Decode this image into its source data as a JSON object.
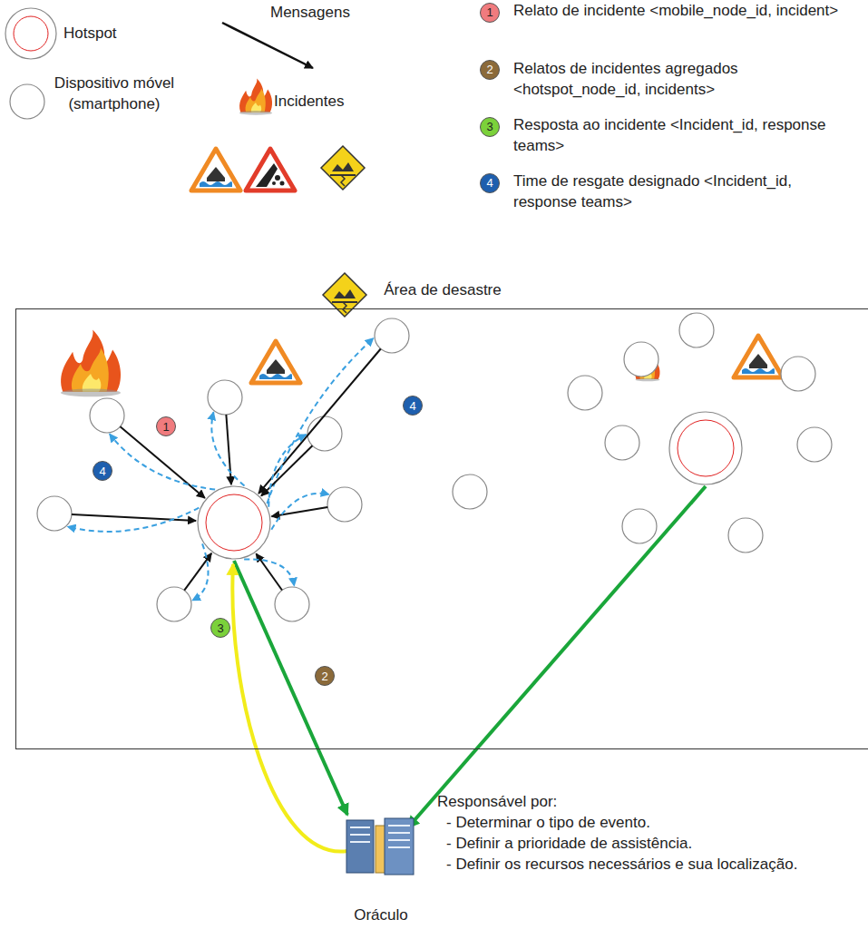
{
  "diagram": {
    "title": "Área de desastre",
    "nodes": [
      {
        "text": [
          "Área de desastre"
        ]
      },
      {
        "text": [
          "Responsável por:",
          "- Determinar o tipo de evento.",
          "- Definir a prioridade de assistência.",
          "- Definir os recursos necessários e sua localização.",
          "Oráculo"
        ]
      }
    ],
    "labels": [
      "1",
      "2",
      "3",
      "4",
      "1",
      "4",
      "4",
      "3",
      "2"
    ],
    "legend": [
      {
        "text": "Hotspot"
      },
      {
        "text": "Dispositivo móvel (smartphone)"
      },
      {
        "text": "Mensagens"
      },
      {
        "text": "Incidentes"
      },
      {
        "text": "Relato de incidente <mobile_node_id, incident>",
        "color": "#f07b7e"
      },
      {
        "text": "Relatos de incidentes agregados <hotspot_node_id, incidents>",
        "color": "#8b6a3a"
      },
      {
        "text": "Resposta ao incidente <Incident_id, response teams>",
        "color": "#7bd13a"
      },
      {
        "text": "Time de resgate designado <Incident_id, response teams>",
        "color": "#1e5fae"
      }
    ]
  }
}
